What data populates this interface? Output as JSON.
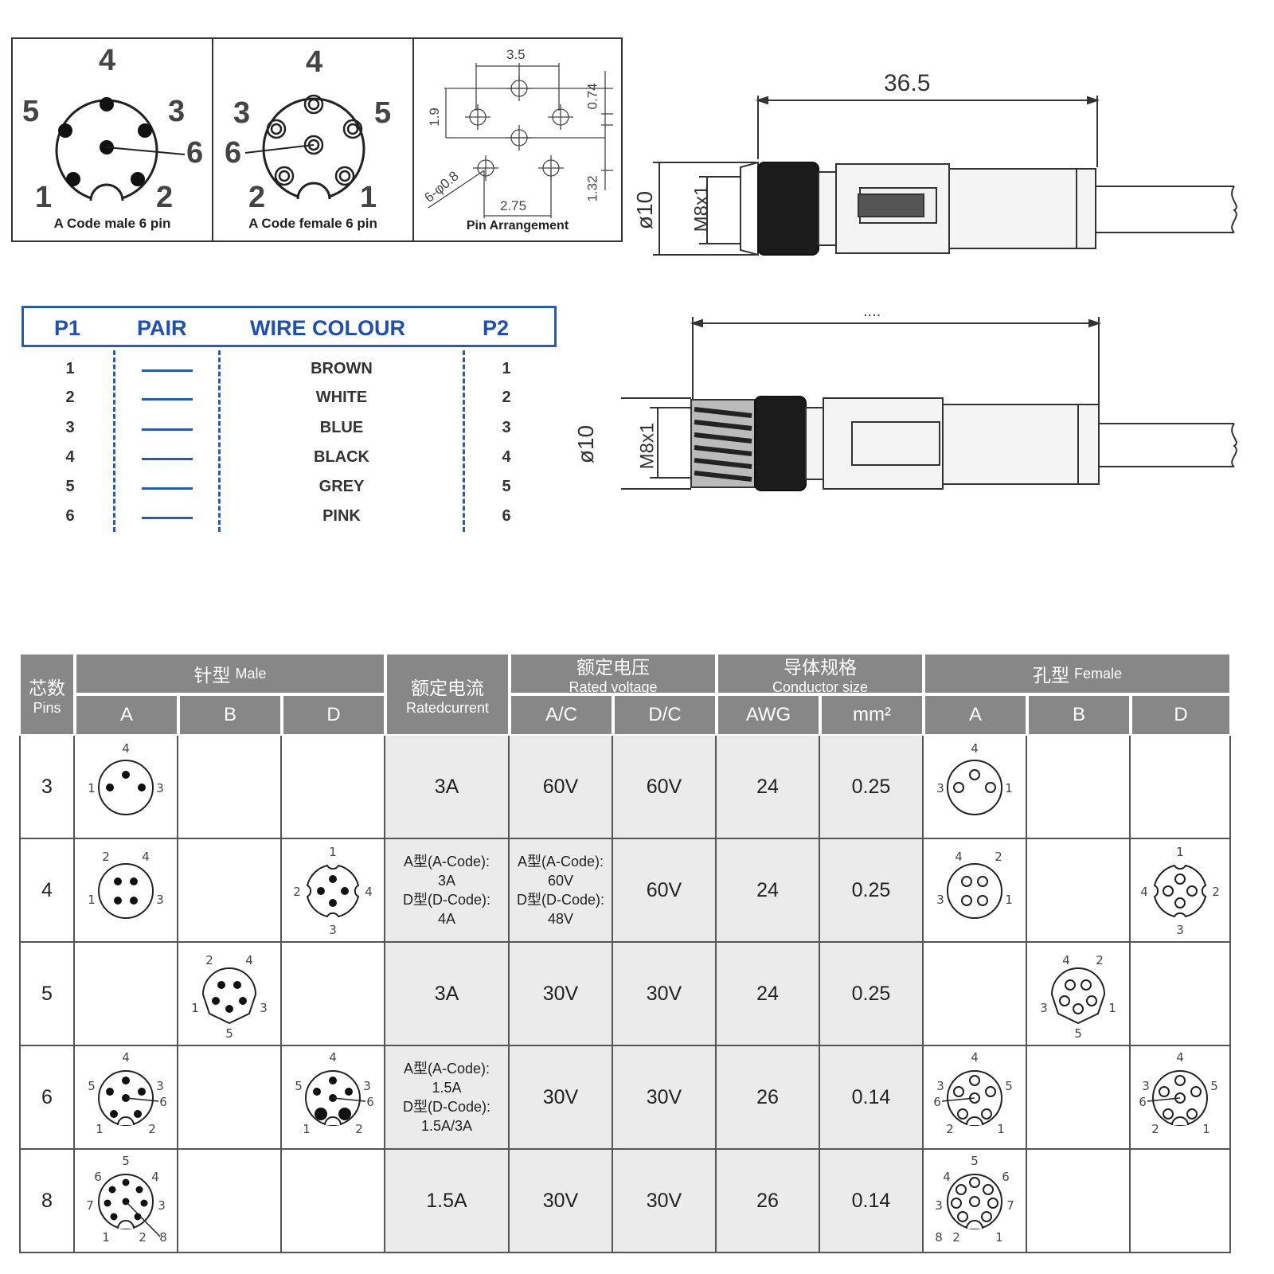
{
  "pinout": {
    "male": {
      "caption": "A Code male 6 pin",
      "labels": [
        "1",
        "2",
        "3",
        "4",
        "5",
        "6"
      ]
    },
    "female": {
      "caption": "A Code female 6 pin",
      "labels": [
        "1",
        "2",
        "3",
        "4",
        "5",
        "6"
      ]
    },
    "arrangement": {
      "caption": "Pin Arrangement",
      "dims": [
        "3.5",
        "0.74",
        "1.9",
        "6-φ0.8",
        "2.75",
        "1.32"
      ]
    }
  },
  "drawings": {
    "top": {
      "length": "36.5",
      "diameter": "ø10",
      "thread": "M8x1"
    },
    "bottom": {
      "length": "....",
      "diameter": "ø10",
      "thread": "M8x1"
    }
  },
  "wiring": {
    "headers": {
      "p1": "P1",
      "pair": "PAIR",
      "colour": "WIRE COLOUR",
      "p2": "P2"
    },
    "rows": [
      {
        "p1": "1",
        "colour": "BROWN",
        "p2": "1"
      },
      {
        "p1": "2",
        "colour": "WHITE",
        "p2": "2"
      },
      {
        "p1": "3",
        "colour": "BLUE",
        "p2": "3"
      },
      {
        "p1": "4",
        "colour": "BLACK",
        "p2": "4"
      },
      {
        "p1": "5",
        "colour": "GREY",
        "p2": "5"
      },
      {
        "p1": "6",
        "colour": "PINK",
        "p2": "6"
      }
    ]
  },
  "spec": {
    "headers": {
      "pins_cn": "芯数",
      "pins_en": "Pins",
      "male_cn": "针型",
      "male_en": "Male",
      "current_cn": "额定电流",
      "current_en": "Ratedcurrent",
      "voltage_cn": "额定电压",
      "voltage_en": "Rated voltage",
      "conductor_cn": "导体规格",
      "conductor_en": "Conductor size",
      "female_cn": "孔型",
      "female_en": "Female",
      "a": "A",
      "b": "B",
      "d": "D",
      "ac": "A/C",
      "dc": "D/C",
      "awg": "AWG",
      "mm2": "mm²"
    },
    "rows": [
      {
        "pins": "3",
        "current": [
          "3A"
        ],
        "ac": [
          "60V"
        ],
        "dc": "60V",
        "awg": "24",
        "mm2": "0.25"
      },
      {
        "pins": "4",
        "current": [
          "A型(A-Code):",
          "3A",
          "D型(D-Code):",
          "4A"
        ],
        "ac": [
          "A型(A-Code):",
          "60V",
          "D型(D-Code):",
          "48V"
        ],
        "dc": "60V",
        "awg": "24",
        "mm2": "0.25"
      },
      {
        "pins": "5",
        "current": [
          "3A"
        ],
        "ac": [
          "30V"
        ],
        "dc": "30V",
        "awg": "24",
        "mm2": "0.25"
      },
      {
        "pins": "6",
        "current": [
          "A型(A-Code):",
          "1.5A",
          "D型(D-Code):",
          "1.5A/3A"
        ],
        "ac": [
          "30V"
        ],
        "dc": "30V",
        "awg": "26",
        "mm2": "0.14"
      },
      {
        "pins": "8",
        "current": [
          "1.5A"
        ],
        "ac": [
          "30V"
        ],
        "dc": "30V",
        "awg": "26",
        "mm2": "0.14"
      }
    ]
  },
  "colors": {
    "blue": "#2a5bb4",
    "header_grey": "#878787",
    "cell_grey": "#ebebeb"
  }
}
